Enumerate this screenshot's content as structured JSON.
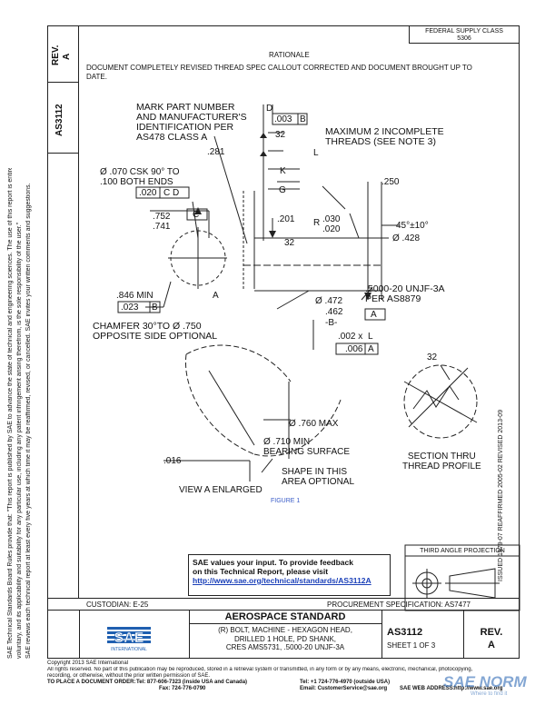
{
  "rev_label": "REV.",
  "rev_value": "A",
  "doc_number": "AS3112",
  "left_notice": [
    "SAE Technical Standards Board Rules provide that: \"This report is published by SAE to advance the state of technical and engineering sciences. The use of this report is entirely",
    "voluntary, and its applicability and suitability for any particular use, including any patent infringement arising therefrom, is the sole responsibility of the user.\"",
    "SAE reviews each technical report at least every five years at which time it may be reaffirmed, revised, or cancelled. SAE invites your written comments and suggestions."
  ],
  "federal_supply_class": "FEDERAL SUPPLY CLASS",
  "fsc_number": "5306",
  "rationale_title": "RATIONALE",
  "rationale_text": "DOCUMENT COMPLETELY REVISED THREAD SPEC CALLOUT CORRECTED AND DOCUMENT BROUGHT UP TO DATE.",
  "drawing_labels": {
    "mark_part": "MARK PART NUMBER\nAND MANUFACTURER'S\nIDENTIFICATION PER\nAS478 CLASS A",
    "d": "D",
    "dim_003": ".003",
    "b1": "B",
    "max_incomplete": "MAXIMUM 2 INCOMPLETE\nTHREADS (SEE NOTE 3)",
    "n32a": "32",
    "n281": ".281",
    "l1": "L",
    "k": "K",
    "csk": "Ø .070 CSK 90° TO\n.100 BOTH ENDS",
    "dim_020": ".020",
    "c_d": "C D",
    "g": "G",
    "n250": ".250",
    "n752": ".752",
    "n741": ".741",
    "c": "C",
    "n201": ".201",
    "r": "R",
    "n030": ".030",
    "n020": ".020",
    "angle": "45°±10°",
    "dia428": "Ø .428",
    "n32b": "32",
    "a1": "A",
    "thread": ".5000-20 UNJF-3A\nPER AS8879",
    "a_box": "A",
    "n846": ".846 MIN",
    "n023": ".023",
    "b2": "B",
    "dia472": "Ø .472",
    "n462": ".462",
    "b_datum": "-B-",
    "chamfer": "CHAMFER 30°TO Ø .750\nOPPOSITE SIDE OPTIONAL",
    "n002": ".002 x",
    "l2": "L",
    "n006": ".006",
    "a2": "A",
    "n32c": "32",
    "dia760": "Ø .760 MAX",
    "dia710": "Ø .710 MIN\nBEARING SURFACE",
    "n016": ".016",
    "shape": "SHAPE IN THIS\nAREA OPTIONAL",
    "section": "SECTION THRU\nTHREAD PROFILE",
    "view_a": "VIEW A ENLARGED",
    "figure": "FIGURE 1"
  },
  "date_stamp": "ISSUED 1979-07   REAFFIRMED 2005-02   REVISED 2013-09",
  "feedback": {
    "line1": "SAE values your input. To provide feedback",
    "line2": "on this Technical Report, please visit",
    "link": "http://www.sae.org/technical/standards/AS3112A"
  },
  "third_angle": "THIRD ANGLE PROJECTION",
  "custodian": "CUSTODIAN: E-25",
  "procurement": "PROCUREMENT SPECIFICATION: AS7477",
  "title_block": {
    "standard": "AEROSPACE STANDARD",
    "desc": "(R) BOLT, MACHINE - HEXAGON HEAD,\nDRILLED 1 HOLE, PD SHANK,\nCRES AMS5731, .5000-20 UNJF-3A",
    "doc": "AS3112",
    "sheet": "SHEET 1 OF 3",
    "rev_label": "REV.",
    "rev_value": "A",
    "logo_text": "SAE",
    "logo_sub": "INTERNATIONAL"
  },
  "footer": {
    "copyright": "Copyright 2013 SAE International",
    "rights": "All rights reserved. No part of this publication may be reproduced, stored in a retrieval system or transmitted, in any form or by any means, electronic, mechanical, photocopying,",
    "rights2": "recording, or otherwise, without the prior written permission of SAE.",
    "order": "TO PLACE A DOCUMENT ORDER:",
    "tel1": "Tel: 877-606-7323 (inside USA and Canada)",
    "tel2": "Tel: +1 724-776-4970 (outside USA)",
    "fax": "Fax: 724-776-0790",
    "email": "Email: CustomerService@sae.org",
    "web": "SAE WEB ADDRESS:",
    "web_url": "http://www.sae.org"
  },
  "watermark": "SAE NORM",
  "watermark_sub": "Where to find it"
}
